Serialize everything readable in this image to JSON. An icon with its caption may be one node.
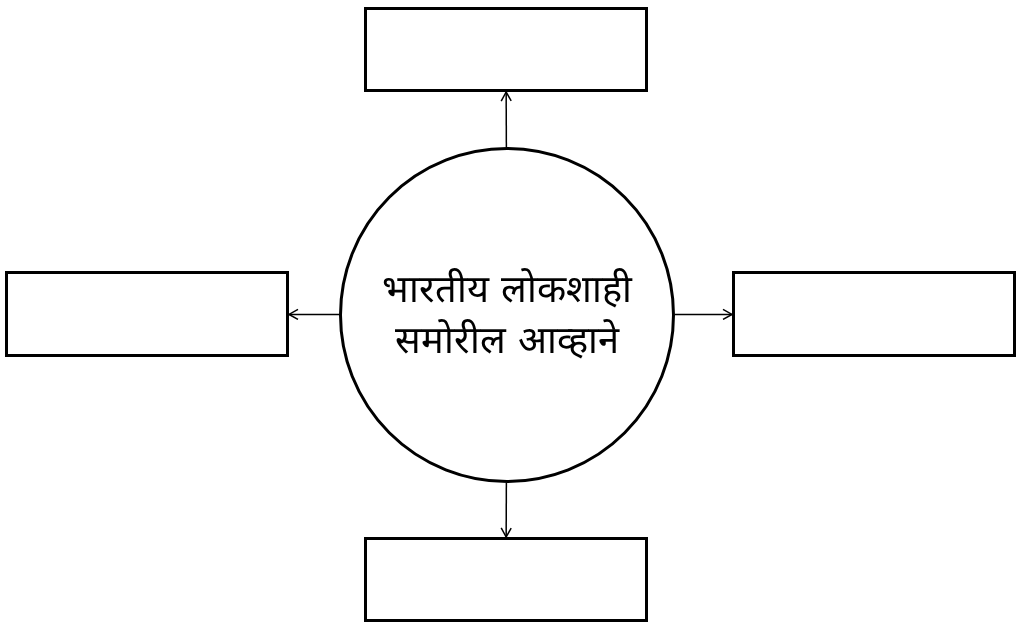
{
  "diagram": {
    "nodes": [
      {
        "text": [],
        "shape": "box"
      },
      {
        "text": [],
        "shape": "box"
      },
      {
        "text": [
          "भारतीय लोकशाही समोरील आव्हाने"
        ]
      },
      {
        "text": [],
        "shape": "box"
      },
      {
        "text": [],
        "shape": "box"
      }
    ],
    "edges": [
      {
        "from": 2,
        "to": 0,
        "arrow": "to"
      },
      {
        "from": 2,
        "to": 1,
        "arrow": "to"
      },
      {
        "from": 2,
        "to": 3,
        "arrow": "to"
      },
      {
        "from": 2,
        "to": 4,
        "arrow": "to"
      }
    ]
  }
}
